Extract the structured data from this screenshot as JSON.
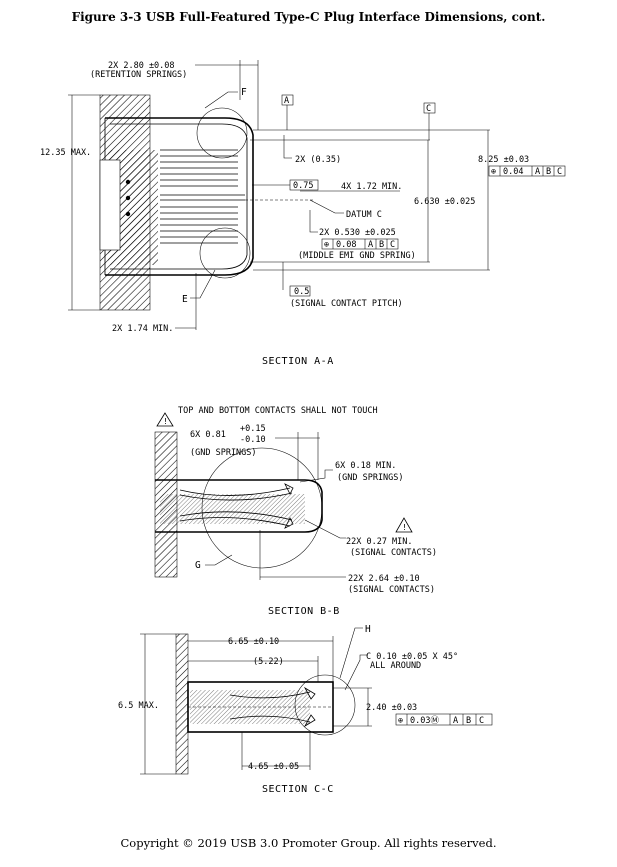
{
  "title": "Figure 3-3  USB Full-Featured Type-C Plug Interface Dimensions, cont.",
  "footer": "Copyright © 2019 USB 3.0 Promoter Group. All rights reserved.",
  "section_aa": {
    "label": "SECTION A-A",
    "retention_dim": "2X 2.80 ±0.08",
    "retention_note": "(RETENTION SPRINGS)",
    "callout_f": "F",
    "callout_e": "E",
    "datum_a": "A",
    "datum_c": "C",
    "height_max": "12.35 MAX.",
    "dim_035": "2X (0.35)",
    "dim_075": "0.75",
    "dim_172": "4X 1.72 MIN.",
    "datum_c_label": "DATUM C",
    "dim_6630": "6.630 ±0.025",
    "dim_825": "8.25 ±0.03",
    "fcf_825": [
      "⊕",
      "0.04",
      "A",
      "B",
      "C"
    ],
    "dim_0530": "2X 0.530 ±0.025",
    "fcf_0530": [
      "⊕",
      "0.08",
      "A",
      "B",
      "C"
    ],
    "middle_note": "(MIDDLE EMI GND SPRING)",
    "pitch_box": "0.5",
    "pitch_note": "(SIGNAL CONTACT PITCH)",
    "dim_174": "2X 1.74 MIN."
  },
  "section_bb": {
    "label": "SECTION B-B",
    "warning": "TOP AND BOTTOM CONTACTS SHALL NOT TOUCH",
    "warn_mark": "!",
    "dim_081": "6X 0.81",
    "dim_081_plus": "+0.15",
    "dim_081_minus": "-0.10",
    "gnd_springs_1": "(GND SPRINGS)",
    "dim_018": "6X 0.18 MIN.",
    "gnd_springs_2": "(GND SPRINGS)",
    "dim_027": "22X 0.27 MIN.",
    "signal_1": "(SIGNAL CONTACTS)",
    "dim_264": "22X 2.64 ±0.10",
    "signal_2": "(SIGNAL CONTACTS)",
    "callout_g": "G"
  },
  "section_cc": {
    "label": "SECTION C-C",
    "callout_h": "H",
    "dim_665": "6.65 ±0.10",
    "dim_522": "(5.22)",
    "chamfer": "C 0.10 ±0.05 X 45°",
    "chamfer_note": "ALL AROUND",
    "height_max": "6.5 MAX.",
    "dim_240": "2.40 ±0.03",
    "fcf_240": [
      "⊕",
      "0.03Ⓜ",
      "A",
      "B",
      "C"
    ],
    "dim_465": "4.65 ±0.05"
  }
}
